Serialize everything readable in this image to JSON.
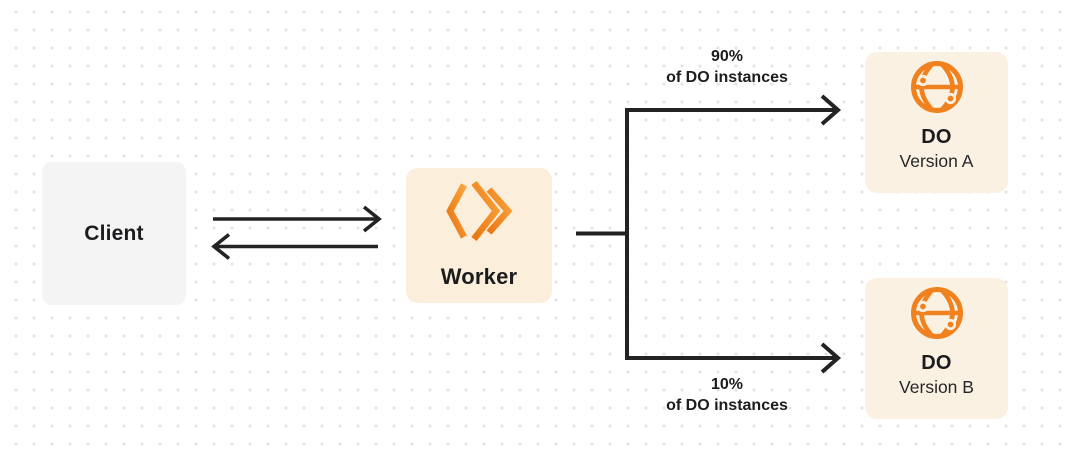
{
  "diagram": {
    "client": {
      "label": "Client"
    },
    "worker": {
      "label": "Worker"
    },
    "do_a": {
      "name": "DO",
      "version": "Version A"
    },
    "do_b": {
      "name": "DO",
      "version": "Version B"
    },
    "branch_a": {
      "percent": "90%",
      "caption": "of DO instances"
    },
    "branch_b": {
      "percent": "10%",
      "caption": "of DO instances"
    }
  },
  "icons": {
    "worker": "workers-double-chevron-icon",
    "do": "durable-object-globe-icon"
  },
  "colors": {
    "accent": "#F0811F",
    "line": "#232323",
    "client_bg": "#F4F4F5",
    "worker_bg": "#FBEEDB",
    "do_bg": "#FAF1E3",
    "text": "#1A1C1E",
    "dot": "#E4E4E6",
    "canvas_bg": "#FFFFFF"
  }
}
